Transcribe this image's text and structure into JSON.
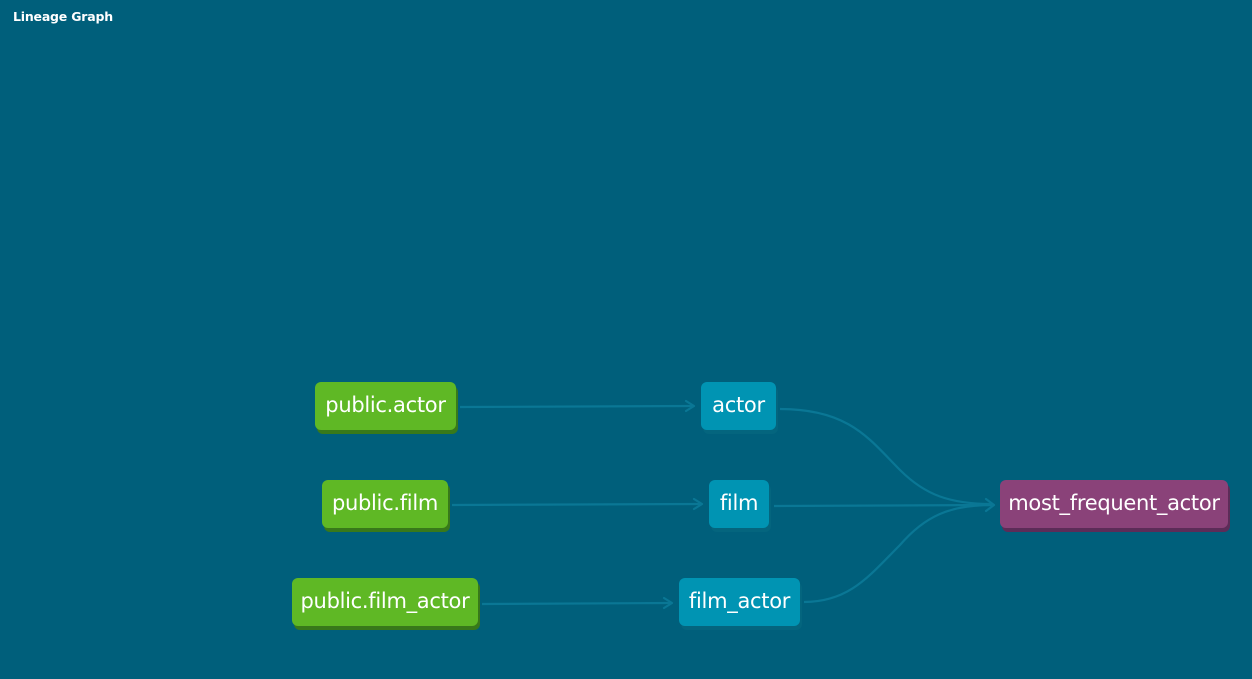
{
  "panel": {
    "title": "Lineage Graph"
  },
  "colors": {
    "background": "#005f7b",
    "source_node": "#5fb825",
    "model_node": "#0094b3",
    "target_node": "#8a4279",
    "edge": "#0a7795"
  },
  "graph": {
    "sources": [
      {
        "id": "src_actor",
        "label": "public.actor"
      },
      {
        "id": "src_film",
        "label": "public.film"
      },
      {
        "id": "src_film_actor",
        "label": "public.film_actor"
      }
    ],
    "models": [
      {
        "id": "m_actor",
        "label": "actor"
      },
      {
        "id": "m_film",
        "label": "film"
      },
      {
        "id": "m_film_actor",
        "label": "film_actor"
      }
    ],
    "target": {
      "id": "t_most_frequent_actor",
      "label": "most_frequent_actor"
    },
    "edges": [
      {
        "from": "src_actor",
        "to": "m_actor"
      },
      {
        "from": "src_film",
        "to": "m_film"
      },
      {
        "from": "src_film_actor",
        "to": "m_film_actor"
      },
      {
        "from": "m_actor",
        "to": "t_most_frequent_actor"
      },
      {
        "from": "m_film",
        "to": "t_most_frequent_actor"
      },
      {
        "from": "m_film_actor",
        "to": "t_most_frequent_actor"
      }
    ]
  }
}
